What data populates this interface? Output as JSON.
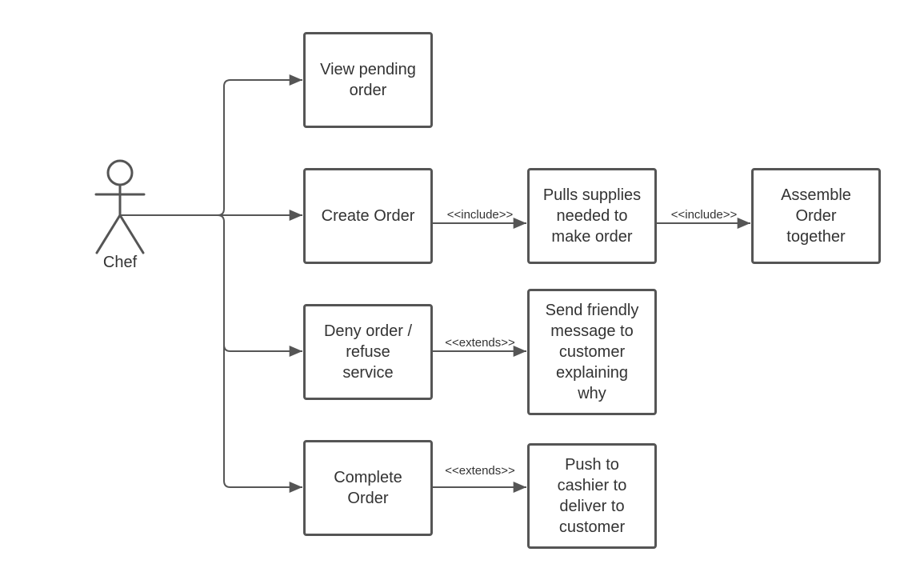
{
  "actor": {
    "name": "Chef"
  },
  "use_cases": {
    "view_pending": "View pending\norder",
    "create_order": "Create Order",
    "deny_order": "Deny order /\nrefuse\nservice",
    "complete_order": "Complete\nOrder",
    "pull_supplies": "Pulls supplies\nneeded to\nmake order",
    "assemble_order": "Assemble\nOrder\ntogether",
    "send_message": "Send friendly\nmessage to\ncustomer\nexplaining\nwhy",
    "push_cashier": "Push to\ncashier to\ndeliver to\ncustomer"
  },
  "relations": {
    "create_to_pull": "<<include>>",
    "pull_to_assemble": "<<include>>",
    "deny_to_message": "<<extends>>",
    "complete_to_push": "<<extends>>"
  },
  "colors": {
    "line": "#555555",
    "text": "#333333"
  }
}
